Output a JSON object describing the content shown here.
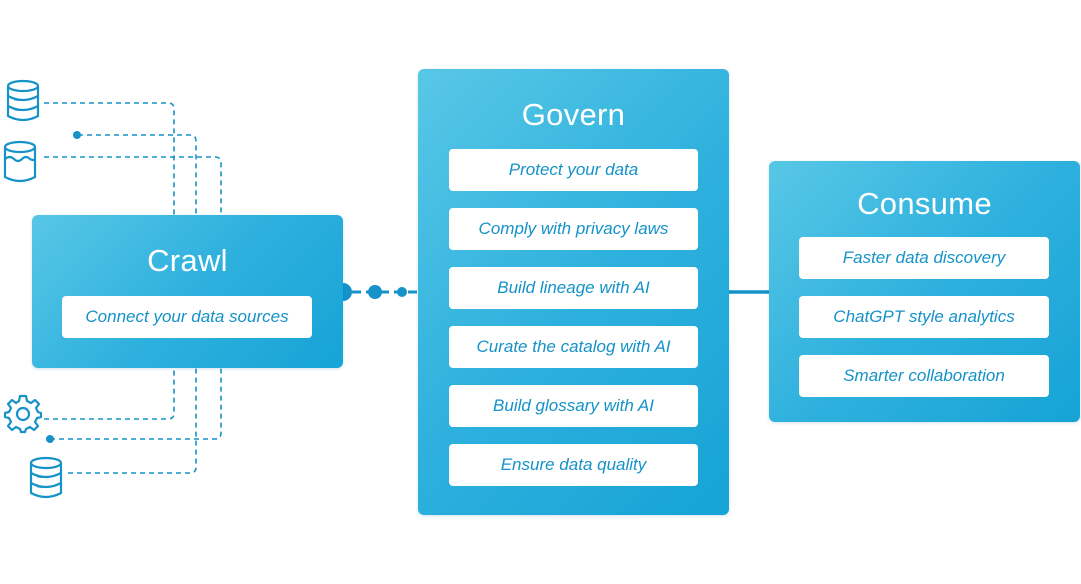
{
  "colors": {
    "accent": "#1592c8",
    "panel_start": "#58c7e6",
    "panel_end": "#16a3d6",
    "pill_bg": "#ffffff"
  },
  "crawl": {
    "title": "Crawl",
    "items": [
      "Connect your data sources"
    ]
  },
  "govern": {
    "title": "Govern",
    "items": [
      "Protect your data",
      "Comply with privacy laws",
      "Build lineage with AI",
      "Curate the catalog with AI",
      "Build glossary with AI",
      "Ensure data quality"
    ]
  },
  "consume": {
    "title": "Consume",
    "items": [
      "Faster data discovery",
      "ChatGPT style analytics",
      "Smarter collaboration"
    ]
  },
  "source_icons": [
    "database-icon",
    "data-lake-icon",
    "gear-icon",
    "database-icon"
  ]
}
